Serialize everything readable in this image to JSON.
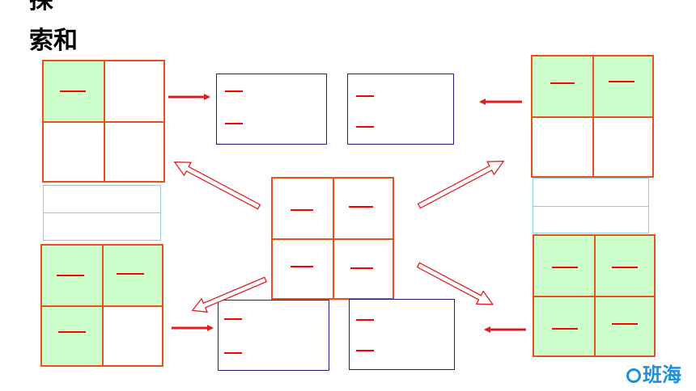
{
  "title": {
    "line1": "探",
    "line2": "索和"
  },
  "logo": {
    "text": "班海"
  },
  "colors": {
    "grid_border": "#e8501c",
    "shaded": "#ccffcc",
    "dash": "#ff0000",
    "box_border": "#1f1f7a",
    "strip_border": "#8fd0d6",
    "arrow": "#e02020"
  }
}
